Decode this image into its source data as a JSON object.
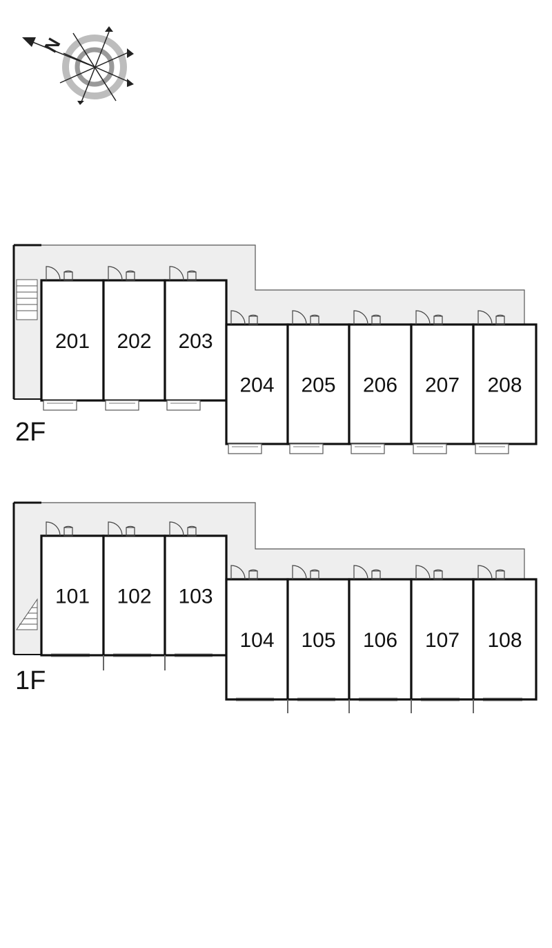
{
  "compass": {
    "label": "N",
    "icon": "compass-rose-icon"
  },
  "floors": [
    {
      "id": "2F",
      "label": "2F",
      "units_west": [
        "201",
        "202",
        "203"
      ],
      "units_east": [
        "204",
        "205",
        "206",
        "207",
        "208"
      ],
      "outdoor_feature": "balcony"
    },
    {
      "id": "1F",
      "label": "1F",
      "units_west": [
        "101",
        "102",
        "103"
      ],
      "units_east": [
        "104",
        "105",
        "106",
        "107",
        "108"
      ],
      "outdoor_feature": "fence-posts"
    }
  ],
  "colors": {
    "wall": "#111111",
    "corridor": "#eeeeee",
    "compass_ring": "#bbbbbb"
  }
}
